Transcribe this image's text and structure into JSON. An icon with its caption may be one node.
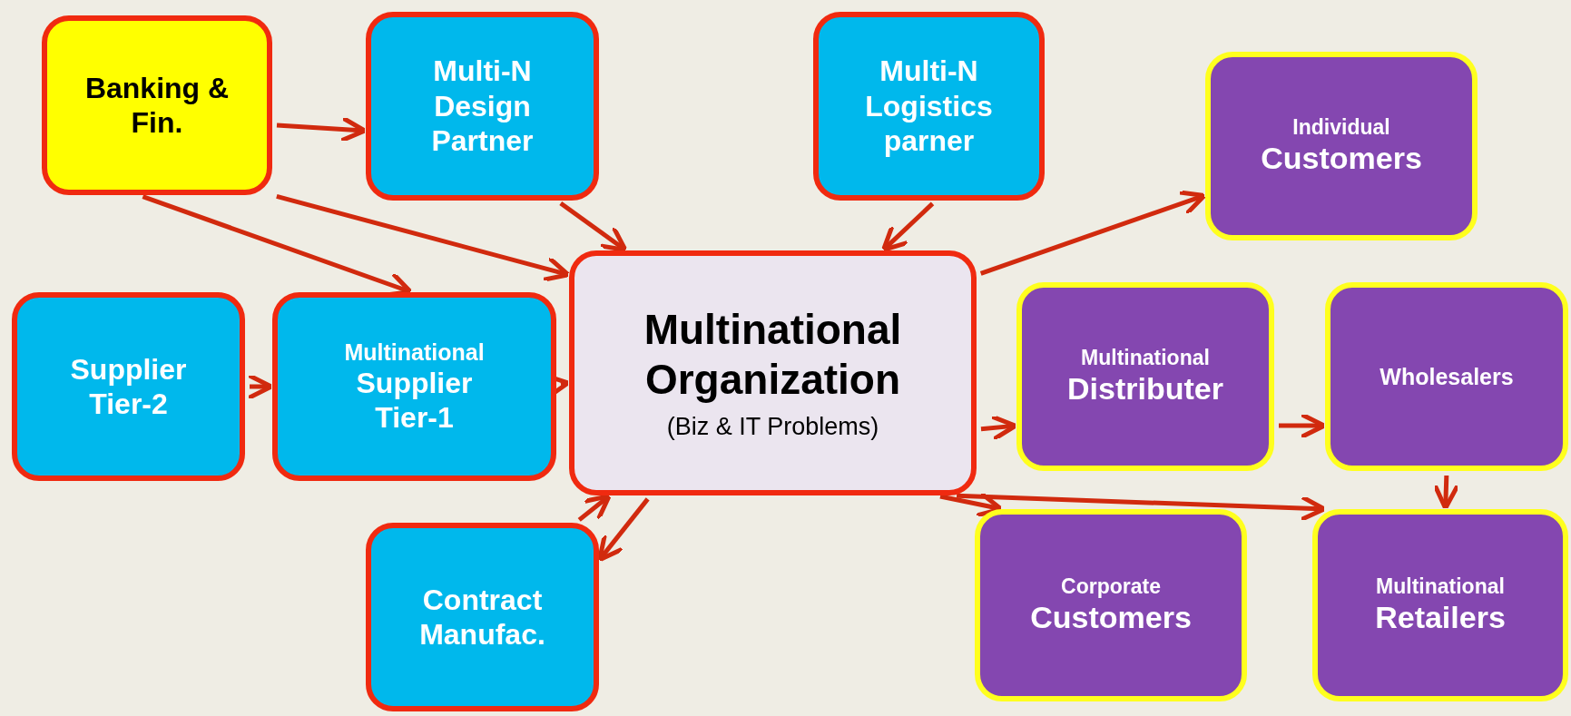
{
  "diagram": {
    "nodes": [
      {
        "text": [
          "Banking & Fin."
        ]
      },
      {
        "text": [
          "Multi-N Design Partner"
        ]
      },
      {
        "text": [
          "Multi-N Logistics parner"
        ]
      },
      {
        "text": [
          "Individual",
          "Customers"
        ]
      },
      {
        "text": [
          "Supplier Tier-2"
        ]
      },
      {
        "text": [
          "Multinational",
          "Supplier Tier-1"
        ]
      },
      {
        "text": [
          "Multinational Organization",
          "(Biz & IT Problems)"
        ]
      },
      {
        "text": [
          "Multinational",
          "Distributer"
        ]
      },
      {
        "text": [
          "Wholesalers"
        ]
      },
      {
        "text": [
          "Contract Manufac."
        ]
      },
      {
        "text": [
          "Corporate",
          "Customers"
        ]
      },
      {
        "text": [
          "Multinational",
          "Retailers"
        ]
      }
    ],
    "edges": [
      {
        "from": 0,
        "to": 1,
        "arrow": "to"
      },
      {
        "from": 0,
        "to": 6,
        "arrow": "to"
      },
      {
        "from": 0,
        "to": 5,
        "arrow": "to"
      },
      {
        "from": 1,
        "to": 6,
        "arrow": "to"
      },
      {
        "from": 2,
        "to": 6,
        "arrow": "to"
      },
      {
        "from": 6,
        "to": 3,
        "arrow": "to"
      },
      {
        "from": 4,
        "to": 5,
        "arrow": "to"
      },
      {
        "from": 5,
        "to": 6,
        "arrow": "to"
      },
      {
        "from": 6,
        "to": 7,
        "arrow": "to"
      },
      {
        "from": 7,
        "to": 8,
        "arrow": "to"
      },
      {
        "from": 8,
        "to": 11,
        "arrow": "to"
      },
      {
        "from": 6,
        "to": 10,
        "arrow": "to"
      },
      {
        "from": 6,
        "to": 11,
        "arrow": "to"
      },
      {
        "from": 9,
        "to": 6,
        "arrow": "to"
      },
      {
        "from": 6,
        "to": 9,
        "arrow": "to"
      }
    ]
  }
}
